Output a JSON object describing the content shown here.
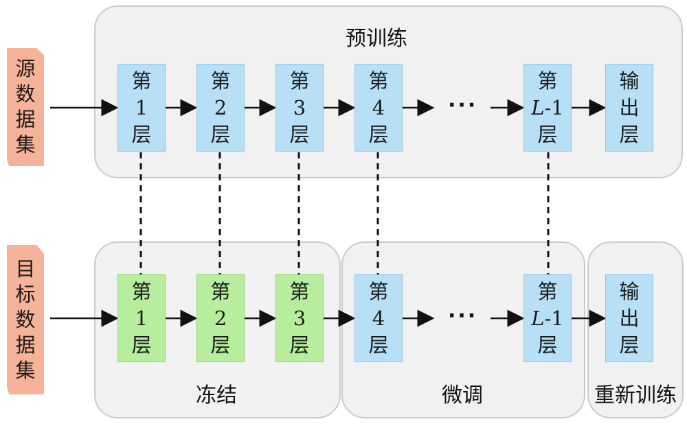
{
  "pretraining": {
    "title": "预训练",
    "source_label": [
      "源",
      "数",
      "据",
      "集"
    ],
    "nodes": [
      {
        "l1": "第",
        "l2": "1",
        "l3": "层"
      },
      {
        "l1": "第",
        "l2": "2",
        "l3": "层"
      },
      {
        "l1": "第",
        "l2": "3",
        "l3": "层"
      },
      {
        "l1": "第",
        "l2": "4",
        "l3": "层"
      },
      {
        "l1": "第",
        "l2a": "L",
        "l2b": "-1",
        "l3": "层"
      },
      {
        "l1": "输",
        "l2": "出",
        "l3": "层"
      }
    ],
    "ellipsis": "···"
  },
  "target": {
    "source_label": [
      "目",
      "标",
      "数",
      "据",
      "集"
    ],
    "nodes": [
      {
        "l1": "第",
        "l2": "1",
        "l3": "层"
      },
      {
        "l1": "第",
        "l2": "2",
        "l3": "层"
      },
      {
        "l1": "第",
        "l2": "3",
        "l3": "层"
      },
      {
        "l1": "第",
        "l2": "4",
        "l3": "层"
      },
      {
        "l1": "第",
        "l2a": "L",
        "l2b": "-1",
        "l3": "层"
      },
      {
        "l1": "输",
        "l2": "出",
        "l3": "层"
      }
    ],
    "ellipsis": "···",
    "groups": {
      "frozen": "冻结",
      "finetune": "微调",
      "retrain": "重新训练"
    }
  },
  "colors": {
    "panel_bg": "#f0f1f0",
    "layer_blue": "#b7e0f6",
    "layer_green": "#b6ee9d",
    "dataset_orange": "#f6b39a"
  }
}
